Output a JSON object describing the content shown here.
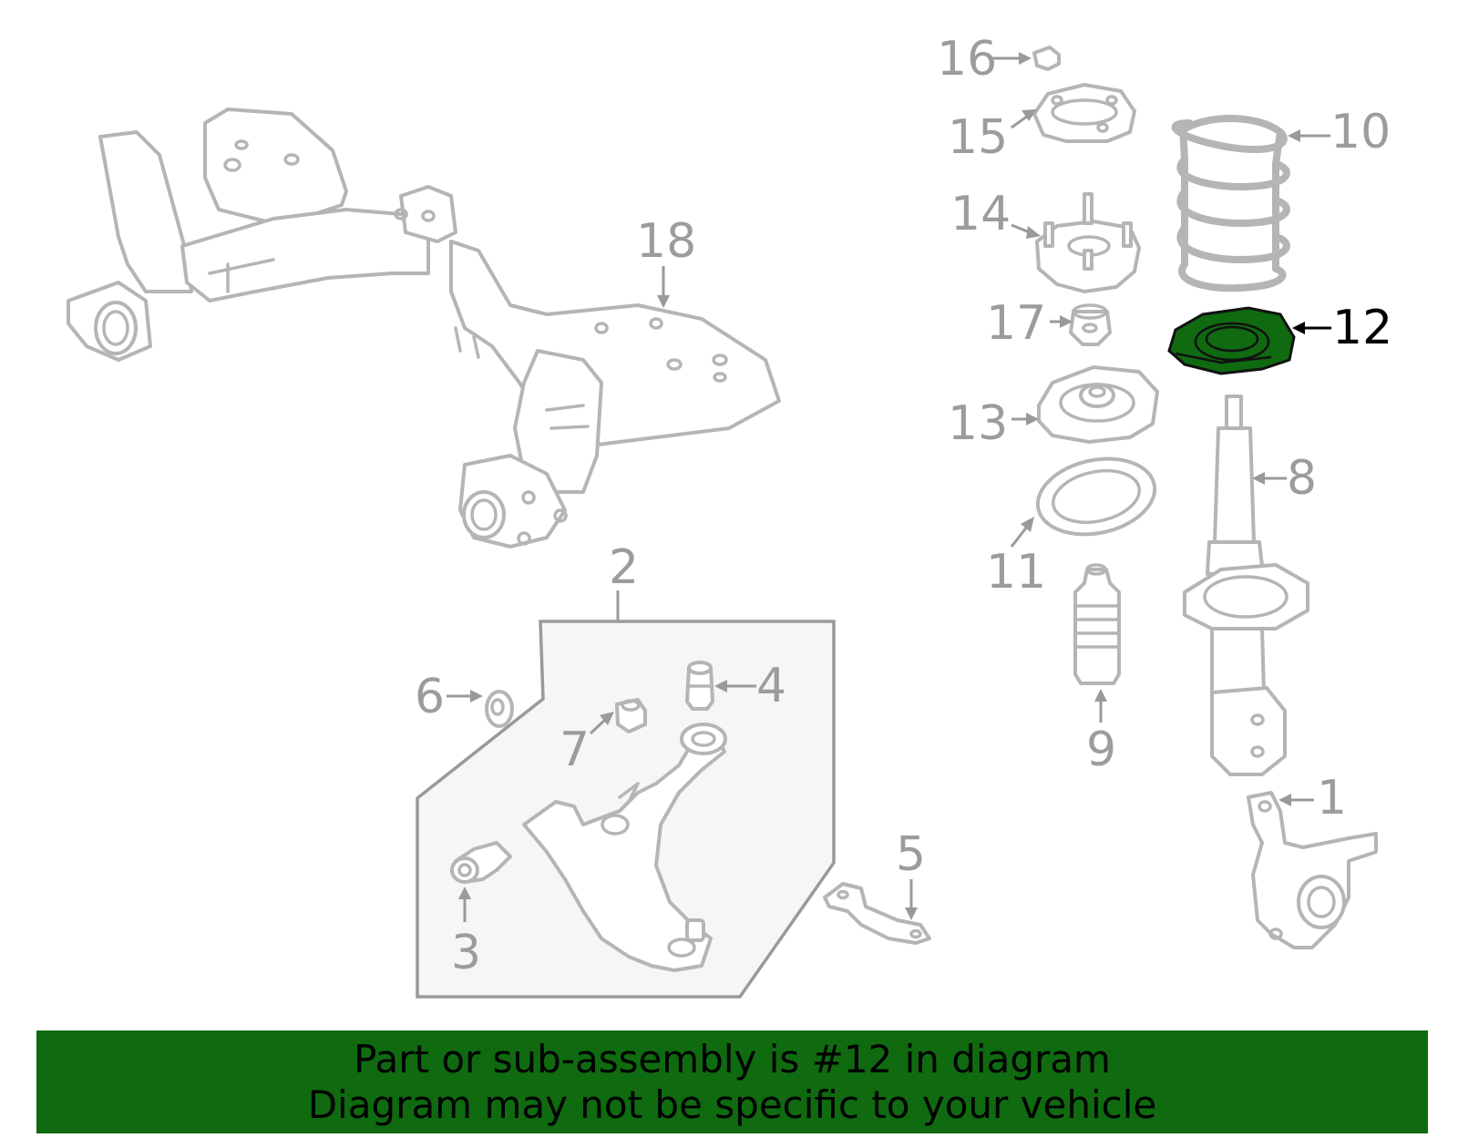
{
  "callouts": {
    "c1": "1",
    "c2": "2",
    "c3": "3",
    "c4": "4",
    "c5": "5",
    "c6": "6",
    "c7": "7",
    "c8": "8",
    "c9": "9",
    "c10": "10",
    "c11": "11",
    "c12": "12",
    "c13": "13",
    "c14": "14",
    "c15": "15",
    "c16": "16",
    "c17": "17",
    "c18": "18"
  },
  "highlighted_part": "12",
  "colors": {
    "highlight": "#0f6a10",
    "banner": "#0f6a10",
    "linework": "#b5b5b5",
    "callout_text": "#9c9c9c"
  },
  "banner": {
    "line1": "Part or sub-assembly is #12 in diagram",
    "line2": "Diagram may not be specific to your vehicle"
  }
}
